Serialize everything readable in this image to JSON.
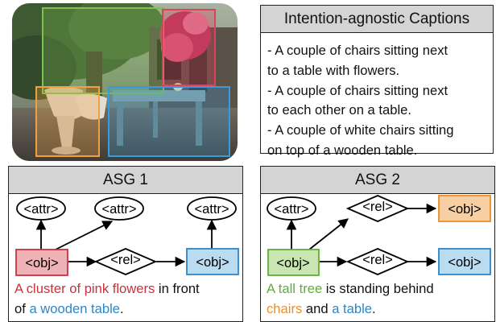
{
  "captions_panel": {
    "title": "Intention-agnostic Captions",
    "lines": [
      "- A couple of chairs sitting next",
      "to a table with flowers.",
      "- A couple of chairs sitting next",
      "to each other on a table.",
      "- A couple of white chairs sitting",
      "on top of a wooden table."
    ]
  },
  "asg1": {
    "title": "ASG 1",
    "nodes": {
      "attr_left": "<attr>",
      "attr_mid": "<attr>",
      "attr_right": "<attr>",
      "obj_left": "<obj>",
      "rel": "<rel>",
      "obj_right": "<obj>"
    },
    "caption_parts": {
      "p1": "A cluster of pink flowers",
      "p2": " in front",
      "p3": "of ",
      "p4": "a wooden table",
      "p5": "."
    }
  },
  "asg2": {
    "title": "ASG 2",
    "nodes": {
      "attr": "<attr>",
      "rel_top": "<rel>",
      "obj_top": "<obj>",
      "obj_left": "<obj>",
      "rel_bottom": "<rel>",
      "obj_right": "<obj>"
    },
    "caption_parts": {
      "p1": "A tall tree",
      "p2": " is standing behind",
      "p3": "chairs",
      "p4": " and ",
      "p5": "a table",
      "p6": "."
    }
  },
  "colors": {
    "red": "#c8323c",
    "blue": "#2c86c6",
    "green": "#5fae3b",
    "orange": "#e8902a",
    "obj_red_fill": "#efb2b6",
    "obj_blue_fill": "#b9dcf1",
    "obj_green_fill": "#c9e6b2",
    "obj_orange_fill": "#f7cfa3"
  }
}
